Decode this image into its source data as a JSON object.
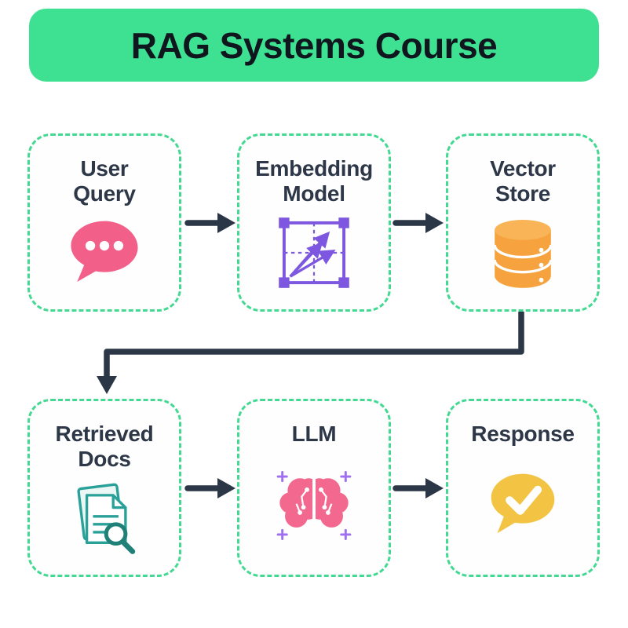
{
  "header": {
    "title": "RAG Systems Course",
    "bg_color": "#3ee192"
  },
  "diagram": {
    "border_color": "#43d993",
    "arrow_color": "#2b3647",
    "nodes": [
      {
        "label": "User\nQuery",
        "icon": "chat-bubble-icon",
        "color": "#f2608a"
      },
      {
        "label": "Embedding\nModel",
        "icon": "vector-grid-icon",
        "color": "#7e57e0"
      },
      {
        "label": "Vector\nStore",
        "icon": "database-icon",
        "color": "#f6a33f"
      },
      {
        "label": "Retrieved\nDocs",
        "icon": "documents-search-icon",
        "color": "#2aa198"
      },
      {
        "label": "LLM",
        "icon": "brain-circuit-icon",
        "color": "#f2688f"
      },
      {
        "label": "Response",
        "icon": "check-bubble-icon",
        "color": "#f3c443"
      }
    ],
    "arrows": [
      "user-query-to-embedding-model",
      "embedding-model-to-vector-store",
      "vector-store-to-retrieved-docs",
      "retrieved-docs-to-llm",
      "llm-to-response"
    ]
  }
}
